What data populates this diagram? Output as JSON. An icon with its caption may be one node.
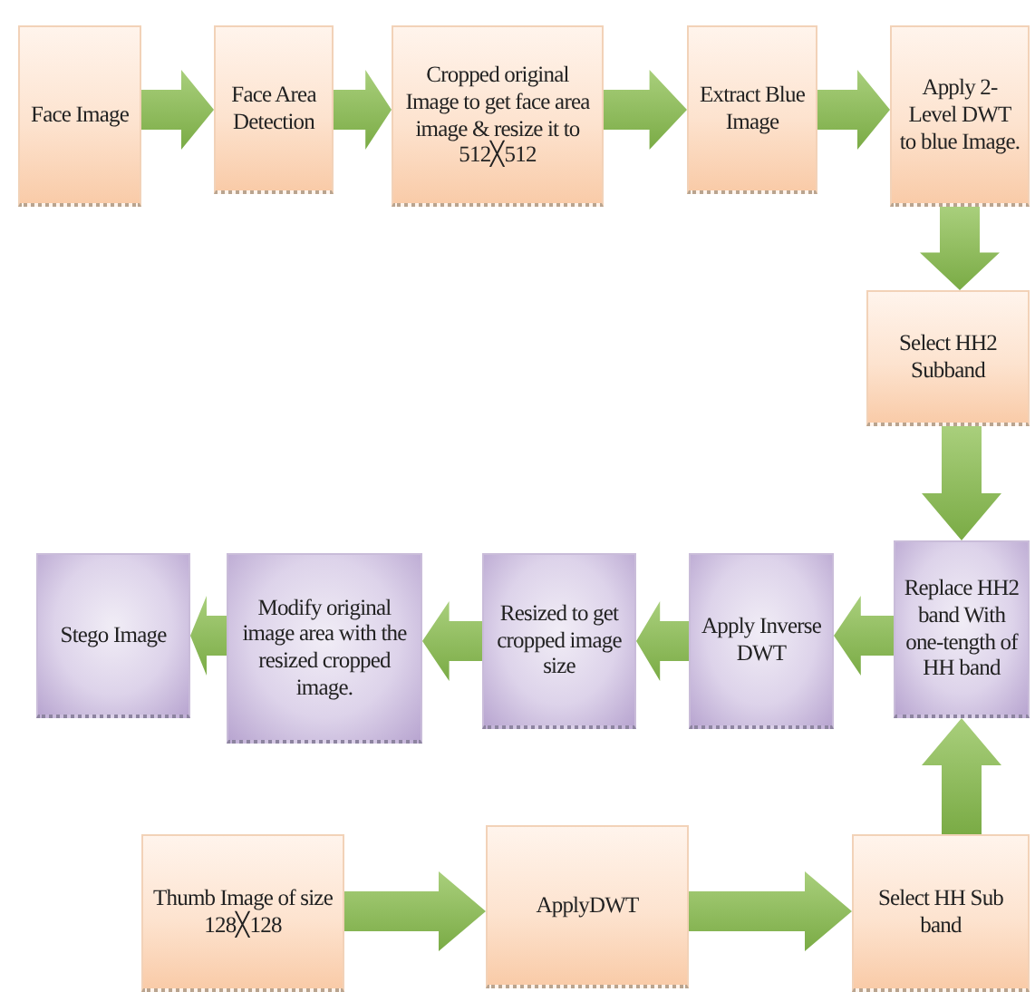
{
  "diagram": {
    "nodes": [
      {
        "text": [
          "Face Image"
        ]
      },
      {
        "text": [
          "Face Area Detection"
        ]
      },
      {
        "text": [
          "Cropped original Image to get face area image & resize it to 512╳512"
        ]
      },
      {
        "text": [
          "Extract Blue Image"
        ]
      },
      {
        "text": [
          "Apply 2-Level DWT to blue Image."
        ]
      },
      {
        "text": [
          "Select HH2 Subband"
        ]
      },
      {
        "text": [
          "Replace HH2 band With one-tength of HH band"
        ]
      },
      {
        "text": [
          "Apply Inverse DWT"
        ]
      },
      {
        "text": [
          "Resized to get cropped image size"
        ]
      },
      {
        "text": [
          "Modify original image area with the resized cropped image."
        ]
      },
      {
        "text": [
          "Stego Image"
        ]
      },
      {
        "text": [
          "Thumb Image of size 128╳128"
        ]
      },
      {
        "text": [
          "ApplyDWT"
        ]
      },
      {
        "text": [
          "Select HH Sub band"
        ]
      }
    ],
    "edges": [
      {
        "from": 0,
        "to": 1,
        "arrow": "to"
      },
      {
        "from": 1,
        "to": 2,
        "arrow": "to"
      },
      {
        "from": 2,
        "to": 3,
        "arrow": "to"
      },
      {
        "from": 3,
        "to": 4,
        "arrow": "to"
      },
      {
        "from": 4,
        "to": 5,
        "arrow": "to"
      },
      {
        "from": 5,
        "to": 6,
        "arrow": "to"
      },
      {
        "from": 13,
        "to": 6,
        "arrow": "to"
      },
      {
        "from": 6,
        "to": 7,
        "arrow": "to"
      },
      {
        "from": 7,
        "to": 8,
        "arrow": "to"
      },
      {
        "from": 8,
        "to": 9,
        "arrow": "to"
      },
      {
        "from": 9,
        "to": 10,
        "arrow": "to"
      },
      {
        "from": 11,
        "to": 12,
        "arrow": "to"
      },
      {
        "from": 12,
        "to": 13,
        "arrow": "to"
      }
    ]
  }
}
